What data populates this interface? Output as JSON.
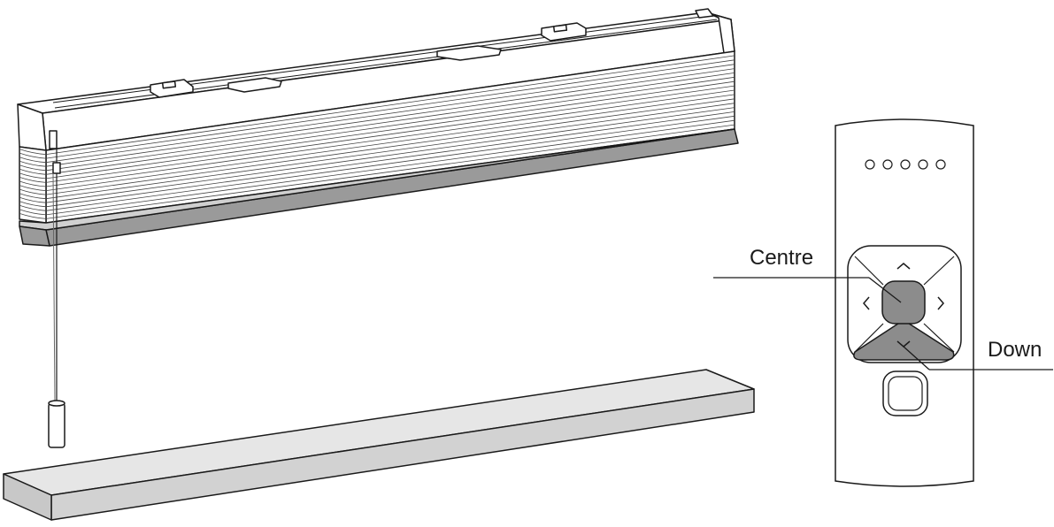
{
  "labels": {
    "centre": "Centre",
    "down": "Down"
  },
  "remote": {
    "indicator_lights": 5,
    "buttons": [
      "up",
      "left",
      "centre",
      "right",
      "down",
      "stop"
    ],
    "highlighted": [
      "centre",
      "down"
    ]
  },
  "colors": {
    "line": "#1a1a1a",
    "highlight_fill": "#8c8c8c",
    "bar_fill": "#9a9a9a",
    "wood_fill": "#d9d9d9",
    "background": "#ffffff"
  }
}
